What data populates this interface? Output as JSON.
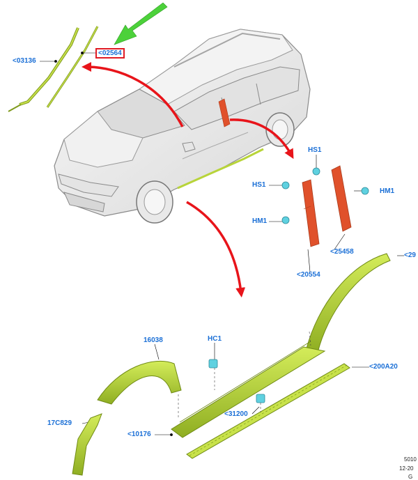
{
  "callouts": {
    "c03136": "<03136",
    "c02564": "<02564",
    "hs1_top": "HS1",
    "hs1_left": "HS1",
    "hm1_right": "HM1",
    "hm1_left": "HM1",
    "c25458": "<25458",
    "c20554": "<20554",
    "c29": "<29",
    "c16038": "16038",
    "hc1": "HC1",
    "c200a20": "<200A20",
    "c31200": "<31200",
    "c17c829": "17C829",
    "c10176": "<10176"
  },
  "footer": {
    "line1": "5010",
    "line2": "12-20",
    "line3": "G"
  },
  "colors": {
    "callout_text": "#1a6fd6",
    "highlight_box": "#e01b24",
    "pointer_arrow": "#4cd13a",
    "flow_arrow": "#e8141a",
    "trim_part": "#b8d43a",
    "trim_part_dark": "#7f9a1c",
    "pillar_trim": "#e0512b",
    "clip": "#5fd1e0",
    "car_body": "#eeeeee",
    "car_outline": "#8a8a8a"
  }
}
